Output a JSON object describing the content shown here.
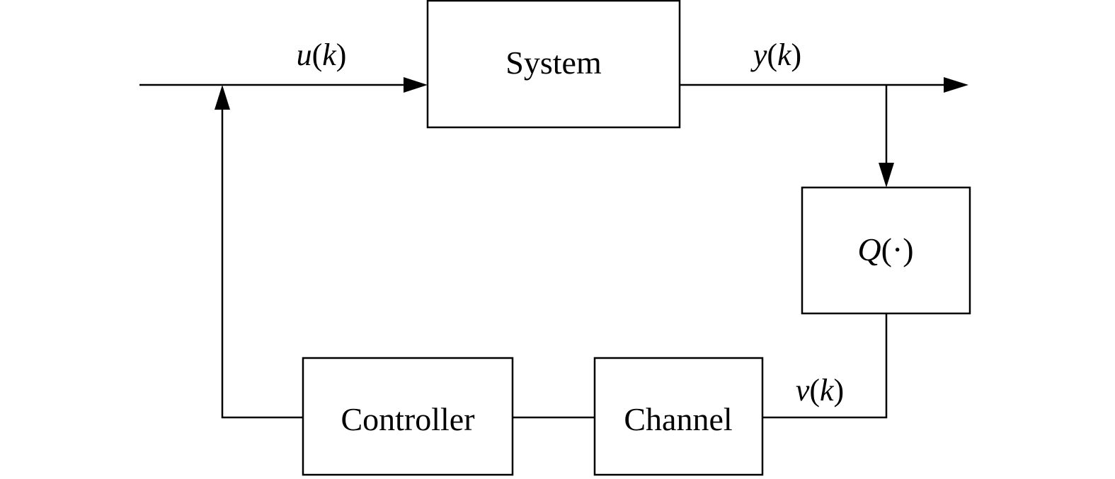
{
  "diagram": {
    "blocks": {
      "system": {
        "label": "System"
      },
      "quantizer": {
        "label_symbol": "Q",
        "label_args": "(·)"
      },
      "controller": {
        "label": "Controller"
      },
      "channel": {
        "label": "Channel"
      }
    },
    "signals": {
      "input": {
        "symbol": "u",
        "open": "(",
        "index": "k",
        "close": ")"
      },
      "output": {
        "symbol": "y",
        "open": "(",
        "index": "k",
        "close": ")"
      },
      "quantized": {
        "symbol": "v",
        "open": "(",
        "index": "k",
        "close": ")"
      }
    }
  }
}
